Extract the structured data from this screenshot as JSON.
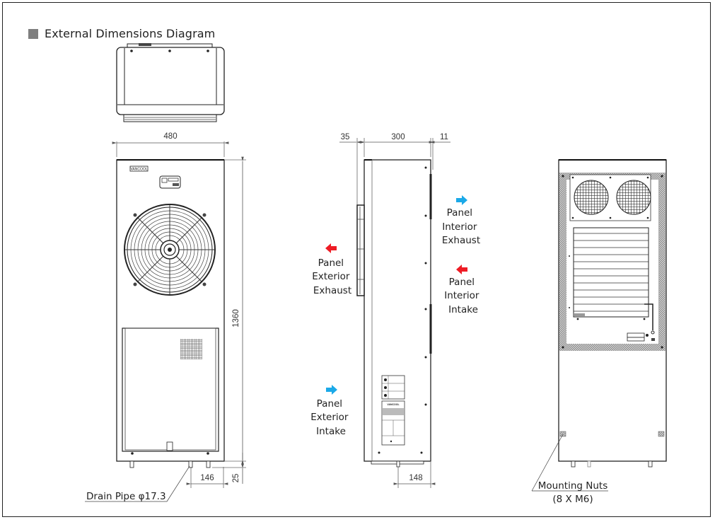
{
  "heading": {
    "icon": "gray-square-bullet-icon",
    "title": "External Dimensions Diagram"
  },
  "colors": {
    "heading_bullet": "#7f7f7f",
    "exhaust_arrow": "#ee1c25",
    "intake_arrow": "#1ba9e8",
    "line": "#222222",
    "dimension_line": "#555555"
  },
  "front_view": {
    "brand_label": "VANCOOL",
    "dimensions": {
      "width": "480",
      "height": "1360",
      "foot_height": "25",
      "drain_offset": "146"
    },
    "callout": "Drain Pipe φ17.3"
  },
  "side_view": {
    "dimensions": {
      "rear_protrusion": "35",
      "depth": "300",
      "front_protrusion": "11",
      "drain_offset": "148"
    },
    "nameplate_brand": "VANCOOL",
    "airflow_labels": [
      {
        "id": "interior-exhaust",
        "lines": [
          "Panel",
          "Interior",
          "Exhaust"
        ],
        "arrow": "right",
        "type": "intake-color"
      },
      {
        "id": "exterior-exhaust",
        "lines": [
          "Panel",
          "Exterior",
          "Exhaust"
        ],
        "arrow": "left",
        "type": "exhaust-color"
      },
      {
        "id": "interior-intake",
        "lines": [
          "Panel",
          "Interior",
          "Intake"
        ],
        "arrow": "left",
        "type": "exhaust-color"
      },
      {
        "id": "exterior-intake",
        "lines": [
          "Panel",
          "Exterior",
          "Intake"
        ],
        "arrow": "right",
        "type": "intake-color"
      }
    ]
  },
  "rear_view": {
    "callout_line1": "Mounting Nuts",
    "callout_line2": "(8 X M6)"
  }
}
